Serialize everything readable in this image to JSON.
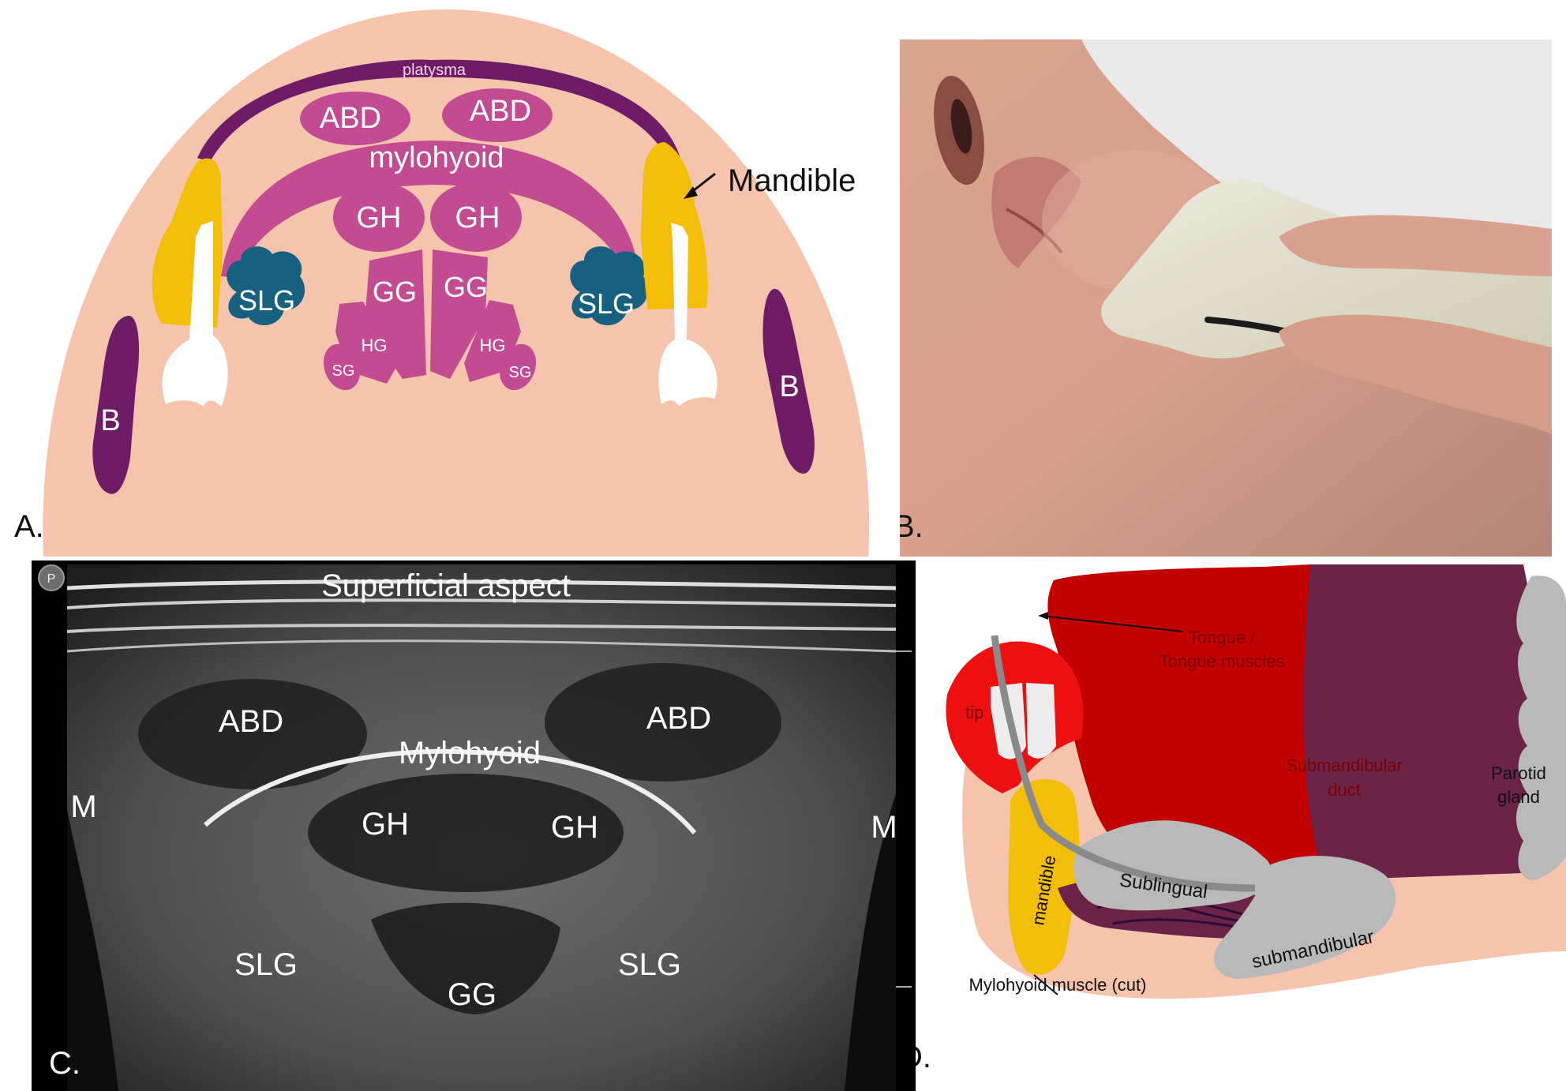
{
  "panel_a": {
    "letter": "A.",
    "labels": {
      "platysma": "platysma",
      "abd_left": "ABD",
      "abd_right": "ABD",
      "mylohyoid": "mylohyoid",
      "gh_left": "GH",
      "gh_right": "GH",
      "gg_left": "GG",
      "gg_right": "GG",
      "hg_left": "HG",
      "hg_right": "HG",
      "sg_left": "SG",
      "sg_right": "SG",
      "slg_left": "SLG",
      "slg_right": "SLG",
      "b_left": "B",
      "b_right": "B",
      "mandible": "Mandible"
    },
    "colors": {
      "background": "#f6c4ad",
      "platysma": "#6e1c66",
      "muscle": "#c24b92",
      "gland": "#176180",
      "mandible": "#f4bd08",
      "tooth": "#ffffff",
      "b_muscle": "#6e1c66"
    }
  },
  "panel_b": {
    "letter": "B."
  },
  "panel_c": {
    "letter": "C.",
    "labels": {
      "superficial": "Superficial aspect",
      "abd_left": "ABD",
      "abd_right": "ABD",
      "mylohyoid": "Mylohyoid",
      "gh_left": "GH",
      "gh_right": "GH",
      "slg_left": "SLG",
      "slg_right": "SLG",
      "gg": "GG",
      "m_left": "M",
      "m_right": "M",
      "probe_badge": "P"
    }
  },
  "panel_d": {
    "letter": "D.",
    "labels": {
      "tongue": "Tongue /",
      "tongue2": "Tongue muscles",
      "tip": "tip",
      "mandible": "mandible",
      "submandibular_duct_1": "Submandibular",
      "submandibular_duct_2": "duct",
      "parotid_1": "Parotid",
      "parotid_2": "gland",
      "sublingual": "Sublingual",
      "submandibular": "submandibular",
      "mylohyoid_cut": "Mylohyoid muscle (cut)"
    },
    "colors": {
      "skin": "#f6c4ad",
      "tongue": "#c20000",
      "tip": "#ee1010",
      "parotid_region": "#6b2448",
      "gland": "#b9b9b9",
      "mandible": "#f4bd08",
      "mylohyoid": "#6b2448"
    }
  }
}
